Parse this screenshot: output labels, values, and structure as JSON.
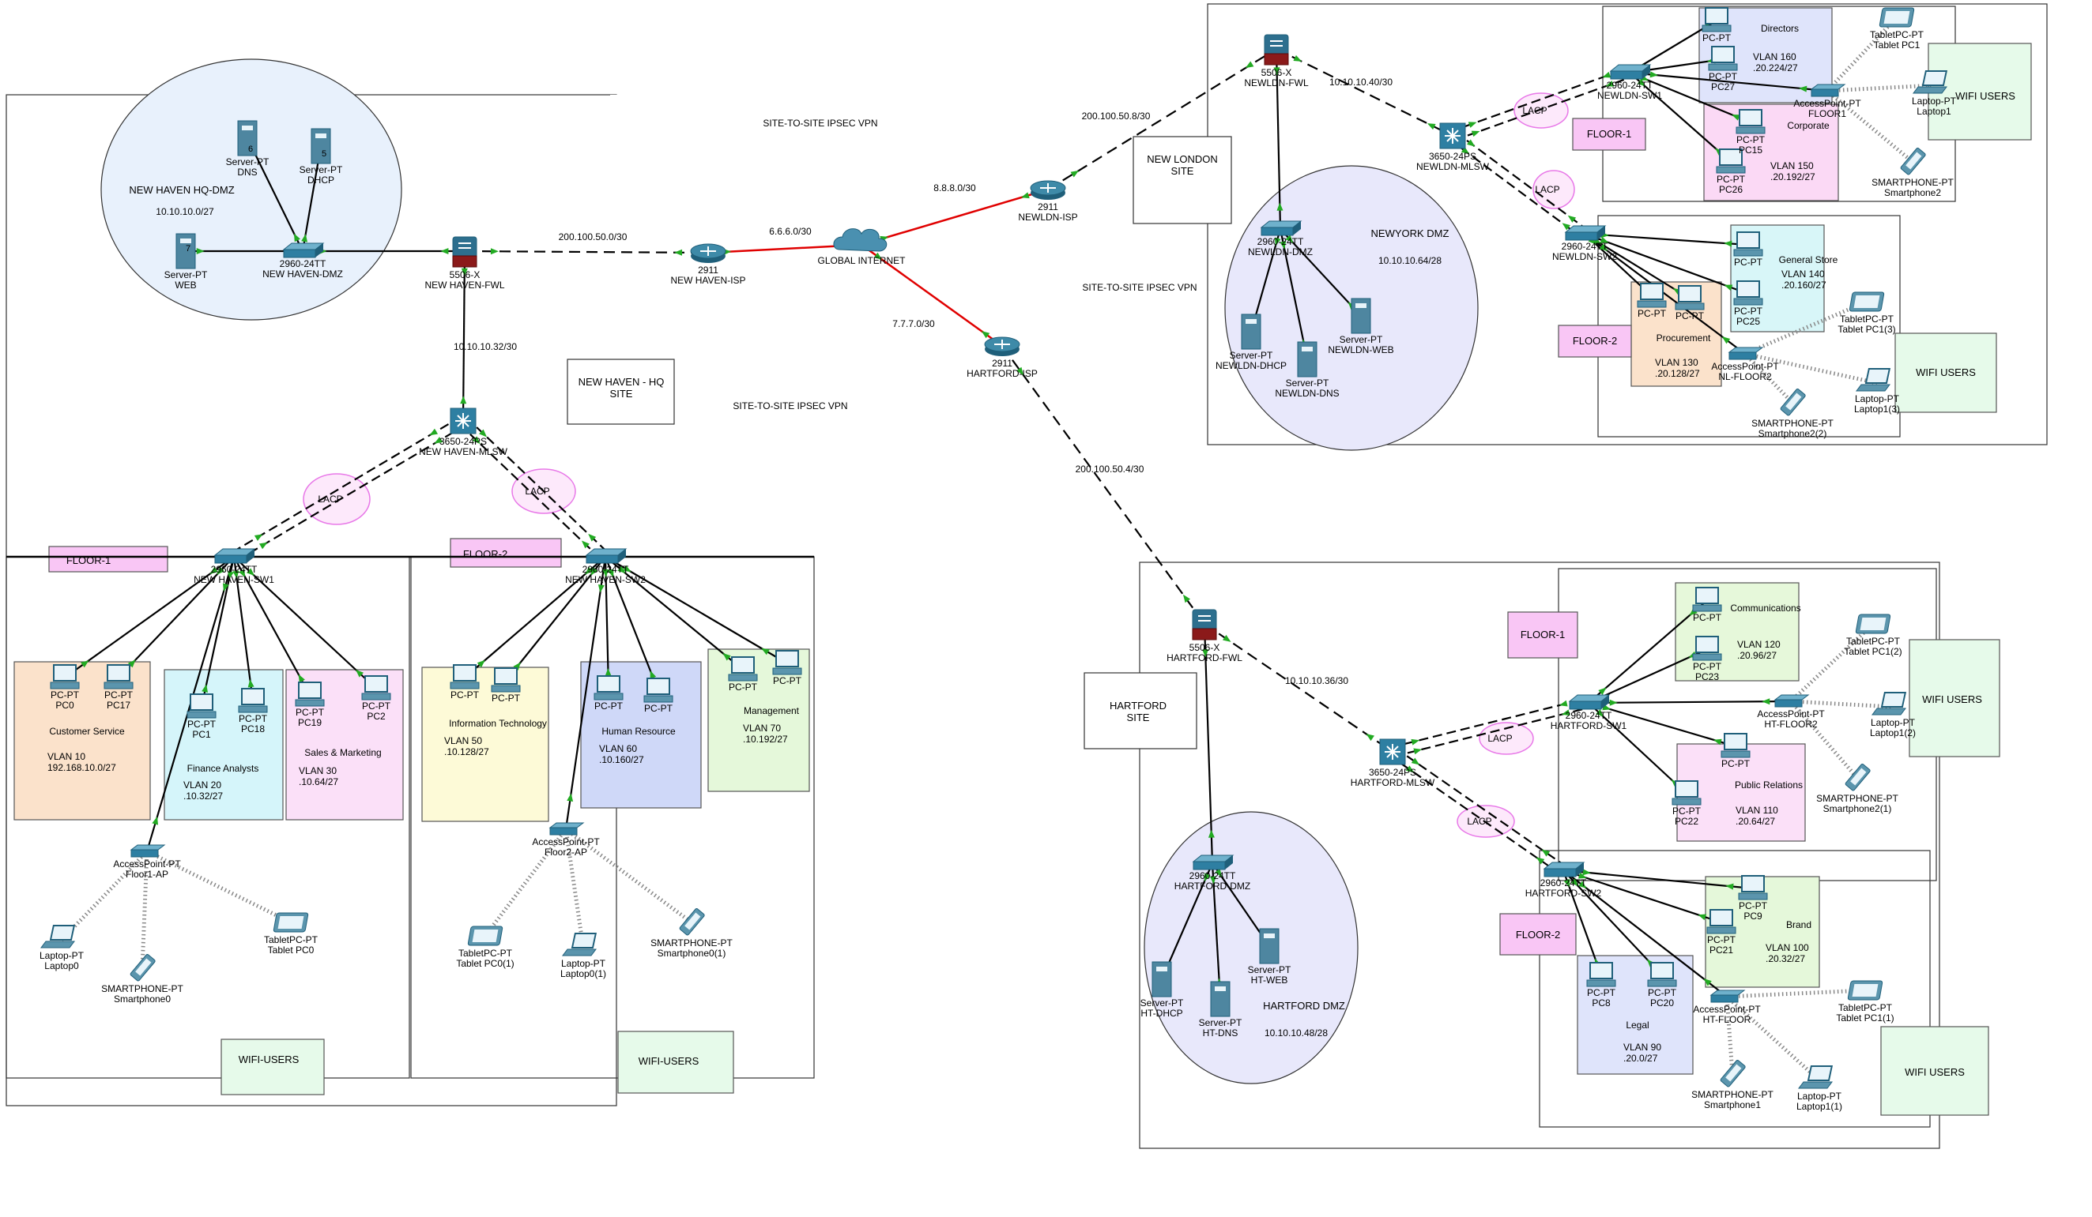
{
  "colors": {
    "ethernet": "#000000",
    "serial": "#e00000",
    "lacp": "#e878e8",
    "port": "#22aa22"
  },
  "labels": {
    "vpn_top": "SITE-TO-SITE IPSEC VPN",
    "vpn_mid": "SITE-TO-SITE IPSEC VPN",
    "vpn_right": "SITE-TO-SITE IPSEC VPN",
    "nh_site": "NEW HAVEN - HQ\nSITE",
    "nl_site": "NEW LONDON\nSITE",
    "hf_site": "HARTFORD\nSITE",
    "nh_dmz": "NEW HAVEN HQ-DMZ",
    "nh_dmz_net": "10.10.10.0/27",
    "nl_dmz": "NEWYORK DMZ",
    "nl_dmz_net": "10.10.10.64/28",
    "hf_dmz": "HARTFORD DMZ",
    "hf_dmz_net": "10.10.10.48/28",
    "lacp": "LACP",
    "floor1": "FLOOR-1",
    "floor2": "FLOOR-2",
    "wifi_users_dash": "WIFI-USERS",
    "wifi_users": "WIFI USERS",
    "n_200_50_0": "200.100.50.0/30",
    "n_6660": "6.6.6.0/30",
    "n_8880": "8.8.8.0/30",
    "n_7770": "7.7.7.0/30",
    "n_200_50_8": "200.100.50.8/30",
    "n_200_50_4": "200.100.50.4/30",
    "n_10_32": "10.10.10.32/30",
    "n_10_40": "10.10.10.40/30",
    "n_10_36": "10.10.10.36/30"
  },
  "devices": {
    "nh_fwl": [
      "5506-X",
      "NEW HAVEN-FWL"
    ],
    "nh_isp": [
      "2911",
      "NEW HAVEN-ISP"
    ],
    "internet": [
      "",
      "GLOBAL INTERNET"
    ],
    "nl_isp": [
      "2911",
      "NEWLDN-ISP"
    ],
    "hf_isp": [
      "2911",
      "HARTFORD-ISP"
    ],
    "nh_dmz_sw": [
      "2960-24TT",
      "NEW HAVEN-DMZ"
    ],
    "nh_dns": [
      "Server-PT",
      "DNS"
    ],
    "nh_dhcp": [
      "Server-PT",
      "DHCP"
    ],
    "nh_web": [
      "Server-PT",
      "WEB"
    ],
    "nh_mlsw": [
      "3650-24PS",
      "NEW HAVEN-MLSW"
    ],
    "nh_sw1": [
      "2960-24TT",
      "NEW HAVEN-SW1"
    ],
    "nh_sw2": [
      "2960-24TT",
      "NEW HAVEN-SW2"
    ],
    "nh_pc0": [
      "PC-PT",
      "PC0"
    ],
    "nh_pc17": [
      "PC-PT",
      "PC17"
    ],
    "nh_pc1": [
      "PC-PT",
      "PC1"
    ],
    "nh_pc18": [
      "PC-PT",
      "PC18"
    ],
    "nh_pc19": [
      "PC-PT",
      "PC19"
    ],
    "nh_pc2": [
      "PC-PT",
      "PC2"
    ],
    "nh_pcit1": [
      "PC-PT",
      ""
    ],
    "nh_pcit2": [
      "PC-PT",
      ""
    ],
    "nh_pchr1": [
      "PC-PT",
      ""
    ],
    "nh_pchr2": [
      "PC-PT",
      ""
    ],
    "nh_pcm1": [
      "PC-PT",
      ""
    ],
    "nh_pcm2": [
      "PC-PT",
      ""
    ],
    "nh_ap1": [
      "AccessPoint-PT",
      "Floor1-AP"
    ],
    "nh_ap2": [
      "AccessPoint-PT",
      "Floor2-AP"
    ],
    "nh_lap0": [
      "Laptop-PT",
      "Laptop0"
    ],
    "nh_sp0": [
      "SMARTPHONE-PT",
      "Smartphone0"
    ],
    "nh_tab0": [
      "TabletPC-PT",
      "Tablet PC0"
    ],
    "nh_tab01": [
      "TabletPC-PT",
      "Tablet PC0(1)"
    ],
    "nh_lap01": [
      "Laptop-PT",
      "Laptop0(1)"
    ],
    "nh_sp01": [
      "SMARTPHONE-PT",
      "Smartphone0(1)"
    ],
    "nl_fwl": [
      "5506-X",
      "NEWLDN-FWL"
    ],
    "nl_mlsw": [
      "3650-24PS",
      "NEWLDN-MLSW"
    ],
    "nl_sw1": [
      "2960-24TT",
      "NEWLDN-SW1"
    ],
    "nl_sw2": [
      "2960-24TT",
      "NEWLDN-SW2"
    ],
    "nl_dmz_sw": [
      "2960-24TT",
      "NEWLDN-DMZ"
    ],
    "nl_dhcp": [
      "Server-PT",
      "NEWLDN-DHCP"
    ],
    "nl_dns": [
      "Server-PT",
      "NEWLDN-DNS"
    ],
    "nl_web": [
      "Server-PT",
      "NEWLDN-WEB"
    ],
    "nl_pcd1": [
      "PC-PT",
      ""
    ],
    "nl_pc27": [
      "PC-PT",
      "PC27"
    ],
    "nl_pc15": [
      "PC-PT",
      "PC15"
    ],
    "nl_pc26": [
      "PC-PT",
      "PC26"
    ],
    "nl_ap1": [
      "AccessPoint-PT",
      "FLOOR1"
    ],
    "nl_tab1": [
      "TabletPC-PT",
      "Tablet PC1"
    ],
    "nl_lap1": [
      "Laptop-PT",
      "Laptop1"
    ],
    "nl_sp2": [
      "SMARTPHONE-PT",
      "Smartphone2"
    ],
    "nl_pcgs1": [
      "PC-PT",
      ""
    ],
    "nl_pc25": [
      "PC-PT",
      "PC25"
    ],
    "nl_pcp1": [
      "PC-PT",
      ""
    ],
    "nl_pcp2": [
      "PC-PT",
      ""
    ],
    "nl_ap2": [
      "AccessPoint-PT",
      "NL-FLOOR2"
    ],
    "nl_tab13": [
      "TabletPC-PT",
      "Tablet PC1(3)"
    ],
    "nl_lap13": [
      "Laptop-PT",
      "Laptop1(3)"
    ],
    "nl_sp22": [
      "SMARTPHONE-PT",
      "Smartphone2(2)"
    ],
    "hf_fwl": [
      "5506-X",
      "HARTFORD-FWL"
    ],
    "hf_mlsw": [
      "3650-24PS",
      "HARTFORD-MLSW"
    ],
    "hf_sw1": [
      "2960-24TT",
      "HARTFORD-SW1"
    ],
    "hf_sw2": [
      "2960-24TT",
      "HARTFORD-SW2"
    ],
    "hf_dmz_sw": [
      "2960-24TT",
      "HARTFORD-DMZ"
    ],
    "hf_dhcp": [
      "Server-PT",
      "HT-DHCP"
    ],
    "hf_dns": [
      "Server-PT",
      "HT-DNS"
    ],
    "hf_web": [
      "Server-PT",
      "HT-WEB"
    ],
    "hf_pcc1": [
      "PC-PT",
      ""
    ],
    "hf_pc23": [
      "PC-PT",
      "PC23"
    ],
    "hf_pcpr": [
      "PC-PT",
      ""
    ],
    "hf_pc22": [
      "PC-PT",
      "PC22"
    ],
    "hf_ap1": [
      "AccessPoint-PT",
      "HT-FLOOR2"
    ],
    "hf_tab12": [
      "TabletPC-PT",
      "Tablet PC1(2)"
    ],
    "hf_lap12": [
      "Laptop-PT",
      "Laptop1(2)"
    ],
    "hf_sp21": [
      "SMARTPHONE-PT",
      "Smartphone2(1)"
    ],
    "hf_pc9": [
      "PC-PT",
      "PC9"
    ],
    "hf_pc21": [
      "PC-PT",
      "PC21"
    ],
    "hf_pc8": [
      "PC-PT",
      "PC8"
    ],
    "hf_pc20": [
      "PC-PT",
      "PC20"
    ],
    "hf_ap2": [
      "AccessPoint-PT",
      "HT-FLOOR"
    ],
    "hf_tab11": [
      "TabletPC-PT",
      "Tablet PC1(1)"
    ],
    "hf_lap11": [
      "Laptop-PT",
      "Laptop1(1)"
    ],
    "hf_sp1": [
      "SMARTPHONE-PT",
      "Smartphone1"
    ]
  },
  "vlans": {
    "nh_cs": [
      "Customer Service",
      "VLAN 10\n192.168.10.0/27"
    ],
    "nh_fa": [
      "Finance Analysts",
      "VLAN 20\n.10.32/27"
    ],
    "nh_sm": [
      "Sales & Marketing",
      "VLAN 30\n.10.64/27"
    ],
    "nh_it": [
      "Information Technology",
      "VLAN 50\n.10.128/27"
    ],
    "nh_hr": [
      "Human Resource",
      "VLAN 60\n.10.160/27"
    ],
    "nh_mg": [
      "Management",
      "VLAN 70\n.10.192/27"
    ],
    "nl_dir": [
      "Directors",
      "VLAN 160\n.20.224/27"
    ],
    "nl_corp": [
      "Corporate",
      "VLAN 150\n.20.192/27"
    ],
    "nl_gs": [
      "General Store",
      "VLAN 140\n.20.160/27"
    ],
    "nl_proc": [
      "Procurement",
      "VLAN 130\n.20.128/27"
    ],
    "hf_com": [
      "Communications",
      "VLAN 120\n.20.96/27"
    ],
    "hf_pr": [
      "Public Relations",
      "VLAN 110\n.20.64/27"
    ],
    "hf_br": [
      "Brand",
      "VLAN 100\n.20.32/27"
    ],
    "hf_legal": [
      "Legal",
      "VLAN 90\n.20.0/27"
    ]
  }
}
